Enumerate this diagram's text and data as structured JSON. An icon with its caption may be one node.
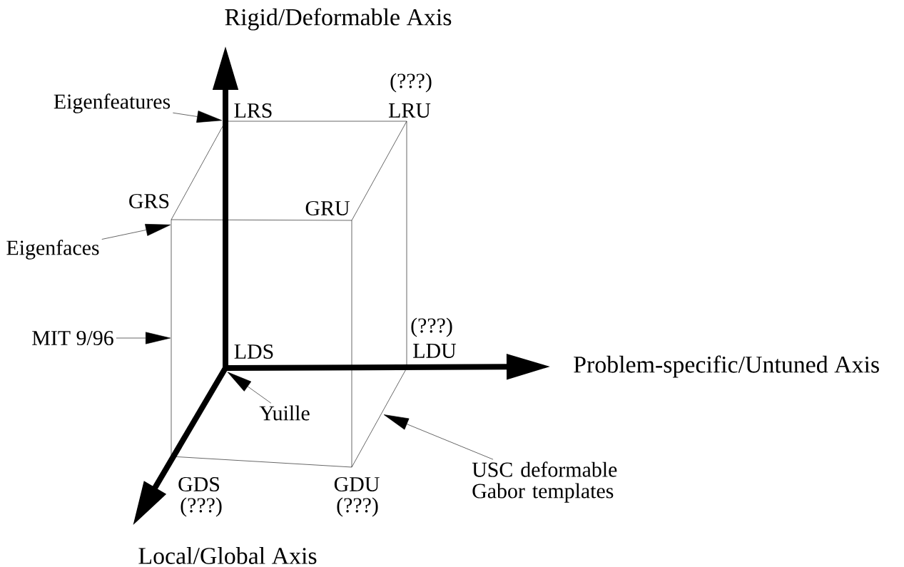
{
  "diagram": {
    "nodes": [
      {
        "text": [
          "Eigenfeatures"
        ]
      },
      {
        "text": [
          "Eigenfaces"
        ]
      },
      {
        "text": [
          "MIT 9/96"
        ]
      },
      {
        "text": [
          "Yuille"
        ]
      },
      {
        "text": [
          "USC deformable Gabor templates"
        ]
      }
    ],
    "edges": [
      {
        "from": 0,
        "to": null,
        "arrow": "to"
      },
      {
        "from": 1,
        "to": null,
        "arrow": "to"
      },
      {
        "from": 2,
        "to": null,
        "arrow": "to"
      },
      {
        "from": 3,
        "to": null,
        "arrow": "to"
      },
      {
        "from": 4,
        "to": null,
        "arrow": "to"
      }
    ],
    "labels": [
      "Rigid/Deformable Axis",
      "(???)",
      "LRS",
      "LRU",
      "GRS",
      "GRU",
      "(???)",
      "LDS",
      "LDU",
      "Problem-specific/Untuned Axis",
      "GDS",
      "GDU",
      "(???)",
      "(???)",
      "Local/Global Axis"
    ]
  }
}
